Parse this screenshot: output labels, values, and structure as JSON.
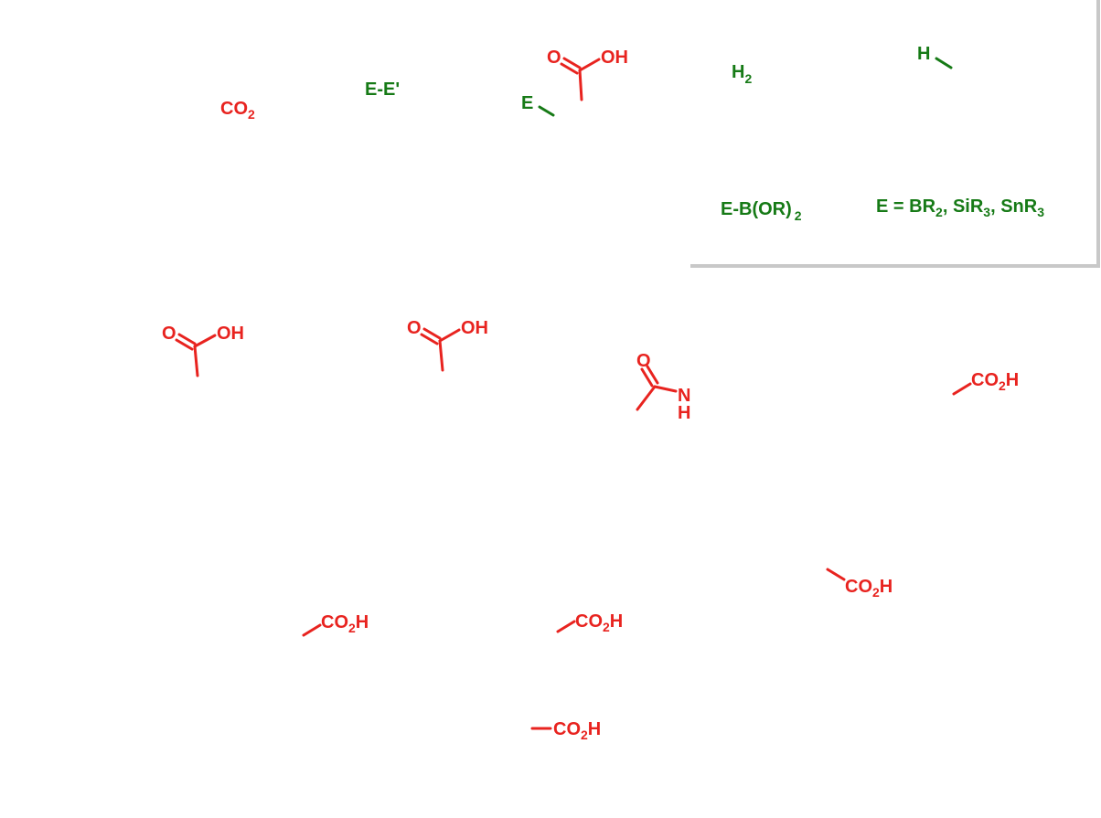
{
  "colors": {
    "red": "#e8231f",
    "green": "#167a16",
    "panel_shadow": "#c8c8c8"
  },
  "reagents": {
    "co2": {
      "main": "CO",
      "sub": "2"
    },
    "ee": "E-E'",
    "e_label": "E",
    "acid_top": {
      "o": "O",
      "oh": "OH"
    },
    "h2": {
      "main": "H",
      "sub": "2"
    },
    "h_label": "H",
    "eb": {
      "main": "E-B(OR)",
      "sub": "2"
    },
    "e_def": {
      "a": "E = BR",
      "a_sub": "2",
      "b": ", SiR",
      "b_sub": "3",
      "c": ", SnR",
      "c_sub": "3"
    }
  },
  "structures": {
    "acid_left": {
      "o": "O",
      "oh": "OH"
    },
    "acid_mid": {
      "o": "O",
      "oh": "OH"
    },
    "amide": {
      "o": "O",
      "n": "N",
      "h": "H"
    },
    "co2h_label": {
      "a": "CO",
      "sub": "2",
      "b": "H"
    }
  }
}
